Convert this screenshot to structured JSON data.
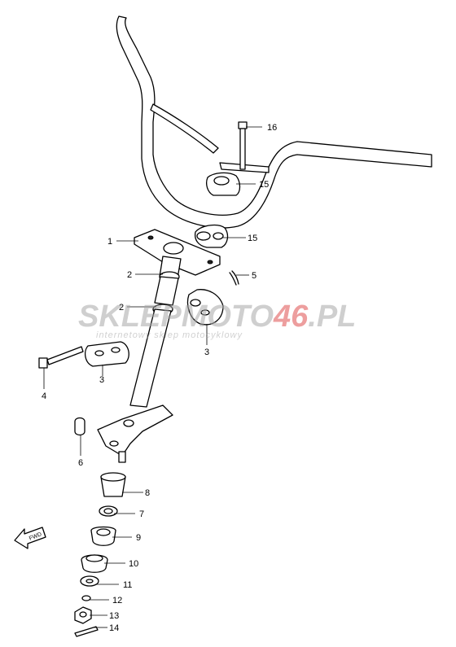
{
  "watermark": {
    "brand_a": "SKLEP",
    "brand_b": "MOTO",
    "brand_c": "46",
    "brand_d": ".PL",
    "tagline": "internetowy sklep motocyklowy",
    "color_grey": "#a8a8a8",
    "color_red": "#e05050"
  },
  "fwd_label": "FWD",
  "callouts": [
    {
      "id": "c1",
      "text": "1"
    },
    {
      "id": "c2a",
      "text": "2"
    },
    {
      "id": "c2b",
      "text": "2"
    },
    {
      "id": "c3a",
      "text": "3"
    },
    {
      "id": "c3b",
      "text": "3"
    },
    {
      "id": "c4",
      "text": "4"
    },
    {
      "id": "c5",
      "text": "5"
    },
    {
      "id": "c6",
      "text": "6"
    },
    {
      "id": "c7",
      "text": "7"
    },
    {
      "id": "c8",
      "text": "8"
    },
    {
      "id": "c9",
      "text": "9"
    },
    {
      "id": "c10",
      "text": "10"
    },
    {
      "id": "c11",
      "text": "11"
    },
    {
      "id": "c12",
      "text": "12"
    },
    {
      "id": "c13",
      "text": "13"
    },
    {
      "id": "c14",
      "text": "14"
    },
    {
      "id": "c15a",
      "text": "15"
    },
    {
      "id": "c15b",
      "text": "15"
    },
    {
      "id": "c16",
      "text": "16"
    }
  ]
}
